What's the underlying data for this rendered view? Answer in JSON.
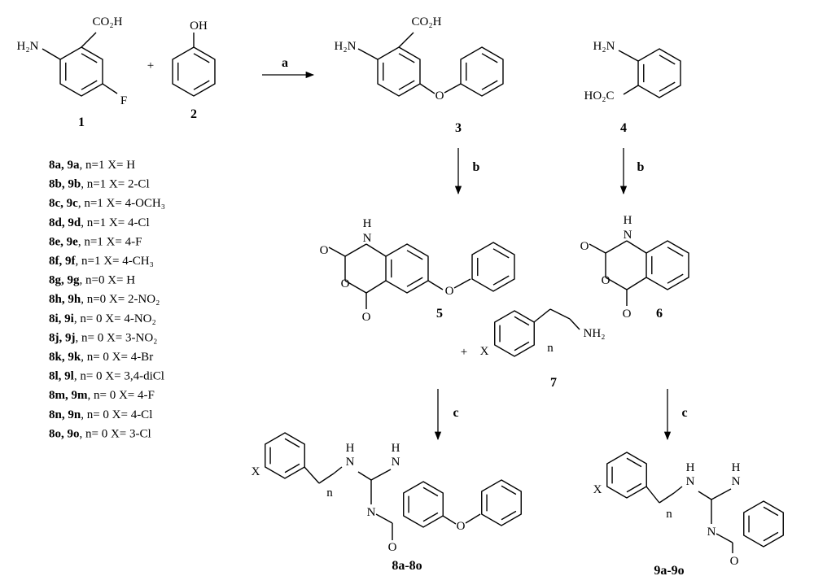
{
  "reagents": {
    "a": "a",
    "b": "b",
    "c": "c"
  },
  "compounds": {
    "c1": "1",
    "c2": "2",
    "c3": "3",
    "c4": "4",
    "c5": "5",
    "c6": "6",
    "c7": "7",
    "prod8": "8a-8o",
    "prod9": "9a-9o"
  },
  "plus": "+",
  "atoms": {
    "co2h": "CO₂H",
    "h2n": "H₂N",
    "f": "F",
    "oh": "OH",
    "ho2c": "HO₂C",
    "o": "O",
    "n": "N",
    "h": "H",
    "nh2": "NH₂",
    "x": "X",
    "n_sub": "n"
  },
  "substituents": [
    {
      "ids": "8a, 9a",
      "cond": ", n=1 X= H"
    },
    {
      "ids": "8b, 9b",
      "cond": ", n=1 X= 2-Cl"
    },
    {
      "ids": "8c, 9c",
      "cond": ", n=1 X= 4-OCH₃"
    },
    {
      "ids": "8d, 9d",
      "cond": ", n=1 X= 4-Cl"
    },
    {
      "ids": "8e, 9e",
      "cond": ", n=1 X= 4-F"
    },
    {
      "ids": "8f, 9f",
      "cond": ", n=1 X= 4-CH₃"
    },
    {
      "ids": "8g, 9g",
      "cond": ", n=0 X= H"
    },
    {
      "ids": "8h, 9h",
      "cond": ", n=0 X= 2-NO₂"
    },
    {
      "ids": "8i, 9i",
      "cond": ", n= 0 X= 4-NO₂"
    },
    {
      "ids": "8j, 9j",
      "cond": ", n= 0 X= 3-NO₂"
    },
    {
      "ids": "8k, 9k",
      "cond": ", n= 0 X= 4-Br"
    },
    {
      "ids": "8l, 9l",
      "cond": ", n= 0 X= 3,4-diCl"
    },
    {
      "ids": "8m, 9m",
      "cond": ", n= 0 X= 4-F"
    },
    {
      "ids": "8n, 9n",
      "cond": ", n= 0 X= 4-Cl"
    },
    {
      "ids": "8o, 9o",
      "cond": ", n= 0 X= 3-Cl"
    }
  ]
}
